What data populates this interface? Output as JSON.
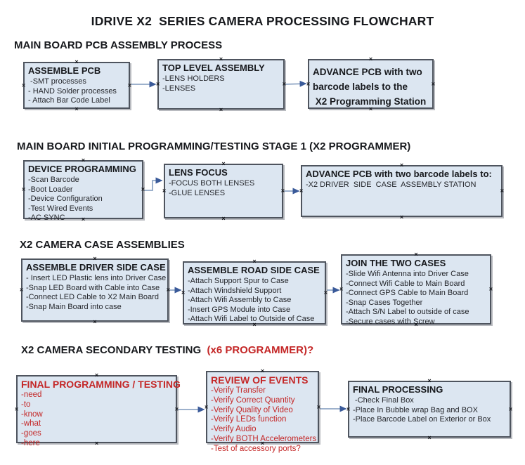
{
  "title": "IDRIVE X2  SERIES CAMERA PROCESSING FLOWCHART",
  "colors": {
    "box_fill": "#dce6f1",
    "box_border": "#4e545e",
    "connector_line": "#9db1cc",
    "connector_arrowhead": "#3a5a99",
    "red_text": "#c42727",
    "black_text": "#17191d"
  },
  "sections": [
    {
      "heading": "MAIN BOARD PCB ASSEMBLY PROCESS",
      "boxes": [
        {
          "title": "ASSEMBLE PCB",
          "items": [
            " -SMT processes",
            "- HAND Solder processes",
            "- Attach Bar Code Label"
          ]
        },
        {
          "title": "TOP LEVEL ASSEMBLY",
          "items": [
            "-LENS HOLDERS",
            "-LENSES"
          ]
        },
        {
          "title": "",
          "items": [
            "ADVANCE PCB with two",
            "barcode labels to the",
            " X2 Programming Station"
          ]
        }
      ]
    },
    {
      "heading": "MAIN BOARD INITIAL PROGRAMMING/TESTING STAGE 1 (X2 PROGRAMMER)",
      "boxes": [
        {
          "title": "DEVICE PROGRAMMING",
          "items": [
            "-Scan Barcode",
            "-Boot Loader",
            "-Device Configuration",
            "-Test Wired Events",
            "-AC SYNC"
          ]
        },
        {
          "title": "LENS FOCUS",
          "items": [
            "-FOCUS BOTH LENSES",
            "-GLUE LENSES"
          ]
        },
        {
          "title": "ADVANCE PCB with two barcode labels to:",
          "items": [
            "-X2 DRIVER  SIDE  CASE  ASSEMBLY STATION"
          ]
        }
      ]
    },
    {
      "heading": "X2 CAMERA CASE ASSEMBLIES",
      "boxes": [
        {
          "title": "ASSEMBLE DRIVER SIDE CASE",
          "items": [
            "- Insert LED Plastic lens into Driver Case",
            "-Snap LED Board with Cable into Case",
            "-Connect LED Cable to X2 Main Board",
            "-Snap Main Board into case"
          ]
        },
        {
          "title": "ASSEMBLE ROAD SIDE CASE",
          "items": [
            "-Attach Support Spur to Case",
            "-Attach Windshield Support",
            "-Attach Wifi Assembly to Case",
            "-Insert GPS Module into Case",
            "-Attach Wifi Label to Outside of Case"
          ]
        },
        {
          "title": "JOIN THE TWO CASES",
          "items": [
            "-Slide Wifi Antenna into Driver Case",
            "-Connect Wifi Cable to Main Board",
            "-Connect GPS Cable to Main Board",
            "-Snap Cases Together",
            "-Attach S/N Label to outside of case",
            "-Secure cases with Screw"
          ]
        }
      ]
    },
    {
      "heading_black": "X2 CAMERA SECONDARY TESTING ",
      "heading_red": " (x6 PROGRAMMER)?",
      "boxes": [
        {
          "title": "FINAL PROGRAMMING / TESTING",
          "items": [
            "-need",
            "-to",
            "-know",
            "-what",
            "-goes",
            "-here"
          ]
        },
        {
          "title": "REVIEW OF EVENTS",
          "items": [
            "-Verify Transfer",
            "-Verify Correct Quantity",
            "-Verify Quality of Video",
            "-Verify LEDs function",
            "-Verify Audio",
            "-Verify BOTH Accelerometers",
            "-Test of accessory ports?"
          ]
        },
        {
          "title": "FINAL PROCESSING",
          "items": [
            " -Check Final Box",
            "-Place In Bubble wrap Bag and BOX",
            "-Place Barcode Label on Exterior or Box"
          ]
        }
      ]
    }
  ],
  "connectors": [
    {
      "from": "ASSEMBLE PCB",
      "to": "TOP LEVEL ASSEMBLY"
    },
    {
      "from": "TOP LEVEL ASSEMBLY",
      "to": "ADVANCE PCB with two barcode labels to the X2 Programming Station"
    },
    {
      "from": "DEVICE PROGRAMMING",
      "to": "LENS FOCUS"
    },
    {
      "from": "LENS FOCUS",
      "to": "ADVANCE PCB with two barcode labels to: X2 DRIVER SIDE CASE ASSEMBLY STATION"
    },
    {
      "from": "ASSEMBLE DRIVER SIDE CASE",
      "to": "ASSEMBLE ROAD SIDE CASE"
    },
    {
      "from": "ASSEMBLE ROAD SIDE CASE",
      "to": "JOIN THE TWO CASES"
    },
    {
      "from": "FINAL PROGRAMMING / TESTING",
      "to": "REVIEW OF EVENTS"
    },
    {
      "from": "REVIEW OF EVENTS",
      "to": "FINAL PROCESSING"
    }
  ]
}
